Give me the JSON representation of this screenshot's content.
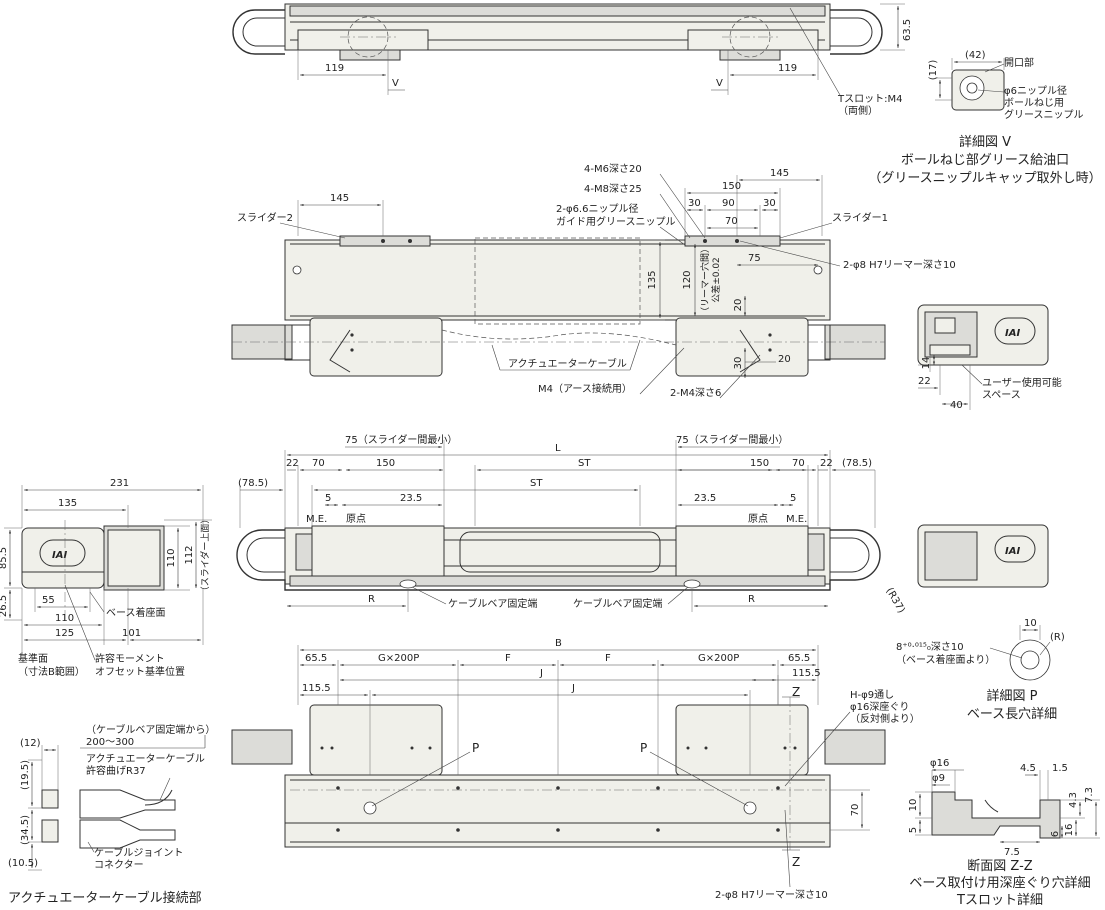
{
  "top_view": {
    "dim_height": "63.5",
    "dim_left": "119",
    "dim_right": "119",
    "view_mark_left": "V",
    "view_mark_right": "V",
    "tslot_label": "Tスロット:M4",
    "tslot_sub": "（両側）"
  },
  "detail_v": {
    "dim_42": "(42)",
    "dim_17": "(17)",
    "opening": "開口部",
    "nipple1": "φ6ニップル径",
    "nipple2": "ボールねじ用",
    "nipple3": "グリースニップル",
    "caption1": "詳細図 V",
    "caption2": "ボールねじ部グリース給油口",
    "caption3": "（グリースニップルキャップ取外し時）"
  },
  "slider_view": {
    "m6": "4-M6深さ20",
    "m8": "4-M8深さ25",
    "nipple_a": "2-φ6.6ニップル径",
    "nipple_b": "ガイド用グリースニップル",
    "slider2": "スライダー2",
    "slider1": "スライダー1",
    "dim_145_left": "145",
    "dim_145_right": "145",
    "dim_150": "150",
    "dim_30a": "30",
    "dim_90": "90",
    "dim_30b": "30",
    "dim_70": "70",
    "dim_75": "75",
    "dim_135": "135",
    "dim_120": "120",
    "reamer_tol1": "（リーマー穴間）",
    "reamer_tol2": "公差±0.02",
    "reamer": "2-φ8 H7リーマー深さ10",
    "dim_20a": "20",
    "dim_20b": "20",
    "dim_30c": "30",
    "cable": "アクチュエーターケーブル",
    "m4_earth": "M4（アース接続用）",
    "m4_depth": "2-M4深さ6"
  },
  "side_right": {
    "dim_14": "14",
    "dim_22": "22",
    "dim_40": "40",
    "user_space1": "ユーザー使用可能",
    "user_space2": "スペース",
    "logo": "IAI"
  },
  "front_view": {
    "dim_231": "231",
    "dim_135": "135",
    "dim_85_5": "85.5",
    "dim_26_5": "26.5",
    "dim_110": "110",
    "dim_112": "112",
    "slider_top": "（スライダー上面）",
    "dim_55": "55",
    "dim_110b": "110",
    "dim_125": "125",
    "dim_101": "101",
    "base_seat": "ベース着座面",
    "ref_plane1": "基準面",
    "ref_plane2": "（寸法B範囲）",
    "moment1": "許容モーメント",
    "moment2": "オフセット基準位置",
    "logo": "IAI"
  },
  "main_view": {
    "stroke_min_left": "75（スライダー間最小）",
    "stroke_min_right": "75（スライダー間最小）",
    "dim_L": "L",
    "dim_ST_top": "ST",
    "dim_ST": "ST",
    "dim_78_5_left": "(78.5)",
    "dim_78_5_right": "(78.5)",
    "dim_22_left": "22",
    "dim_22_right": "22",
    "dim_70_left": "70",
    "dim_70_right": "70",
    "dim_150_left": "150",
    "dim_150_right": "150",
    "dim_5_left": "5",
    "dim_5_right": "5",
    "dim_23_5_left": "23.5",
    "dim_23_5_right": "23.5",
    "me_left": "M.E.",
    "me_right": "M.E.",
    "origin_left": "原点",
    "origin_right": "原点",
    "dim_R_left": "R",
    "dim_R_right": "R",
    "cable_fix_left": "ケーブルベア固定端",
    "cable_fix_right": "ケーブルベア固定端",
    "r37": "(R37)"
  },
  "bottom_view": {
    "dim_B": "B",
    "dim_65_5_left": "65.5",
    "dim_65_5_right": "65.5",
    "gx200p_left": "G×200P",
    "gx200p_right": "G×200P",
    "dim_F_left": "F",
    "dim_F_right": "F",
    "dim_J_top": "J",
    "dim_J": "J",
    "dim_115_5_left": "115.5",
    "dim_115_5_right": "115.5",
    "z_top": "Z",
    "z_bottom": "Z",
    "p_left": "P",
    "p_right": "P",
    "hole1": "H-φ9通し",
    "hole2": "φ16深座ぐり",
    "hole3": "（反対側より）",
    "dim_70": "70",
    "reamer": "2-φ8 H7リーマー深さ10"
  },
  "detail_p": {
    "dim_10": "10",
    "dim_R": "(R)",
    "tol": "8⁺⁰·⁰¹⁵₀深さ10",
    "tol_sub": "（ベース着座面より）",
    "caption1": "詳細図 P",
    "caption2": "ベース長穴詳細"
  },
  "section_z": {
    "phi16": "φ16",
    "phi9": "φ9",
    "dim_4_5": "4.5",
    "dim_1_5": "1.5",
    "dim_10": "10",
    "dim_5": "5",
    "dim_7_5": "7.5",
    "dim_4_3": "4.3",
    "dim_7_3": "7.3",
    "dim_6": "6",
    "dim_16": "16",
    "caption1": "断面図 Z-Z",
    "caption2": "ベース取付け用深座ぐり穴詳細",
    "caption3": "Tスロット詳細"
  },
  "cable_detail": {
    "note1": "（ケーブルベア固定端から）",
    "note2": "200～300",
    "cable1": "アクチュエーターケーブル",
    "cable2": "許容曲げR37",
    "joint1": "ケーブルジョイント",
    "joint2": "コネクター",
    "dim_12": "(12)",
    "dim_19_5": "(19.5)",
    "dim_34_5": "(34.5)",
    "dim_10_5": "(10.5)",
    "caption": "アクチュエーターケーブル接続部"
  }
}
